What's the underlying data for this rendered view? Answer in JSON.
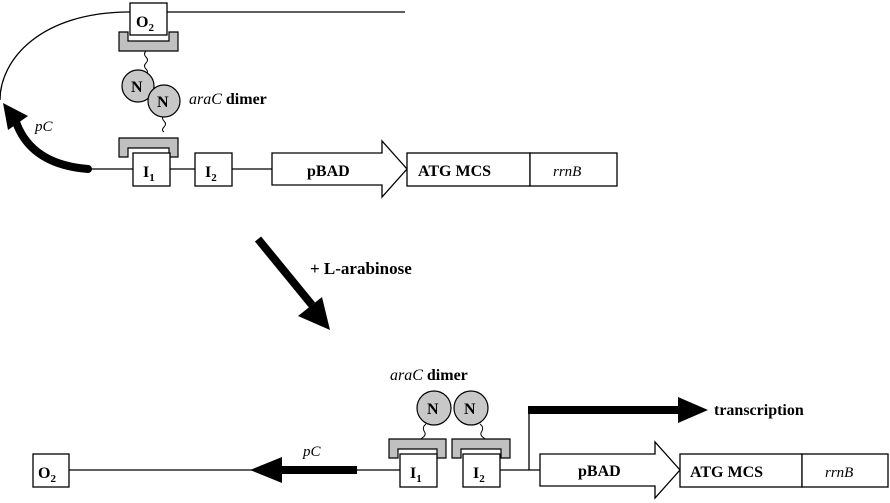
{
  "top": {
    "operator_o2": {
      "main": "O",
      "sub": "2"
    },
    "operator_i1": {
      "main": "I",
      "sub": "1"
    },
    "operator_i2": {
      "main": "I",
      "sub": "2"
    },
    "n_domain_label": "N",
    "arac_italic": "araC",
    "arac_bold": "dimer",
    "promoter_pc": "pC",
    "pbad": "pBAD",
    "mcs": "ATG MCS",
    "terminator": "rrnB"
  },
  "transition": {
    "label": "+ L-arabinose"
  },
  "bottom": {
    "operator_o2": {
      "main": "O",
      "sub": "2"
    },
    "operator_i1": {
      "main": "I",
      "sub": "1"
    },
    "operator_i2": {
      "main": "I",
      "sub": "2"
    },
    "n_domain_label": "N",
    "arac_italic": "araC",
    "arac_bold": "dimer",
    "promoter_pc": "pC",
    "transcription": "transcription",
    "pbad": "pBAD",
    "mcs": "ATG MCS",
    "terminator": "rrnB"
  }
}
